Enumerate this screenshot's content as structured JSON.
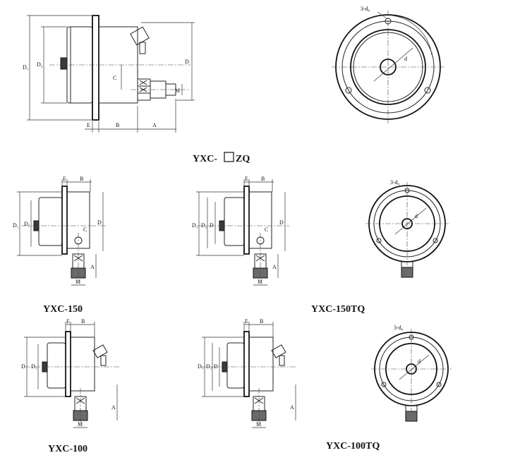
{
  "captions": {
    "top": "YXC-",
    "top_suffix": "ZQ",
    "yxc150": "YXC-150",
    "yxc150tq": "YXC-150TQ",
    "yxc100": "YXC-100",
    "yxc100tq": "YXC-100TQ"
  },
  "labels": {
    "D1": "D₁",
    "D2": "D₂",
    "D": "D",
    "C": "C",
    "M": "M",
    "E": "E",
    "B": "B",
    "A": "A",
    "holes": "3-d₀",
    "d": "d"
  }
}
